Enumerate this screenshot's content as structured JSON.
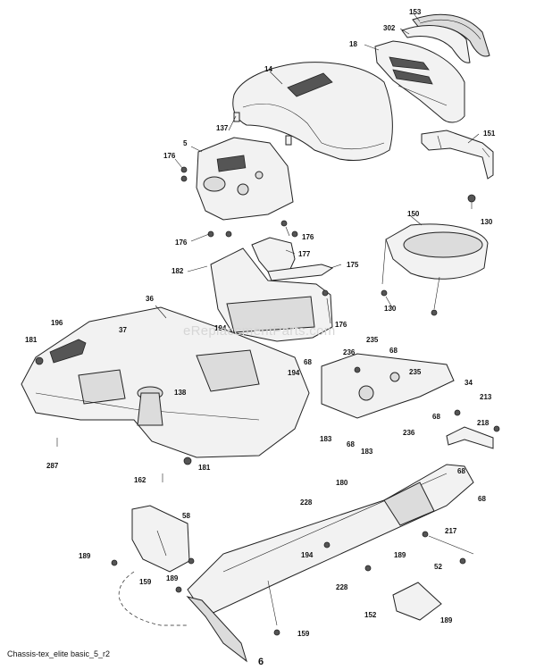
{
  "watermark": "eReplacementParts.com",
  "footer": {
    "caption": "Chassis-tex_elite basic_5_r2",
    "page_number": "6"
  },
  "callouts": {
    "c153": "153",
    "c302": "302",
    "c18": "18",
    "c14": "14",
    "c151": "151",
    "c137": "137",
    "c5": "5",
    "c176a": "176",
    "c130a": "130",
    "c150": "150",
    "c176b": "176",
    "c176c": "176",
    "c177": "177",
    "c175": "175",
    "c182": "182",
    "c130b": "130",
    "c36": "36",
    "c196": "196",
    "c37": "37",
    "c194a": "194",
    "c181a": "181",
    "c176d": "176",
    "c235a": "235",
    "c236a": "236",
    "c68a": "68",
    "c68b": "68",
    "c194b": "194",
    "c235b": "235",
    "c34": "34",
    "c138": "138",
    "c213": "213",
    "c68c": "68",
    "c236b": "236",
    "c218": "218",
    "c183a": "183",
    "c68d": "68",
    "c183b": "183",
    "c287": "287",
    "c181b": "181",
    "c162": "162",
    "c180": "180",
    "c68e": "68",
    "c228a": "228",
    "c68f": "68",
    "c58": "58",
    "c217": "217",
    "c189a": "189",
    "c194c": "194",
    "c52": "52",
    "c189b": "189",
    "c159a": "159",
    "c228b": "228",
    "c189c": "189",
    "c152": "152",
    "c189d": "189",
    "c159b": "159"
  }
}
